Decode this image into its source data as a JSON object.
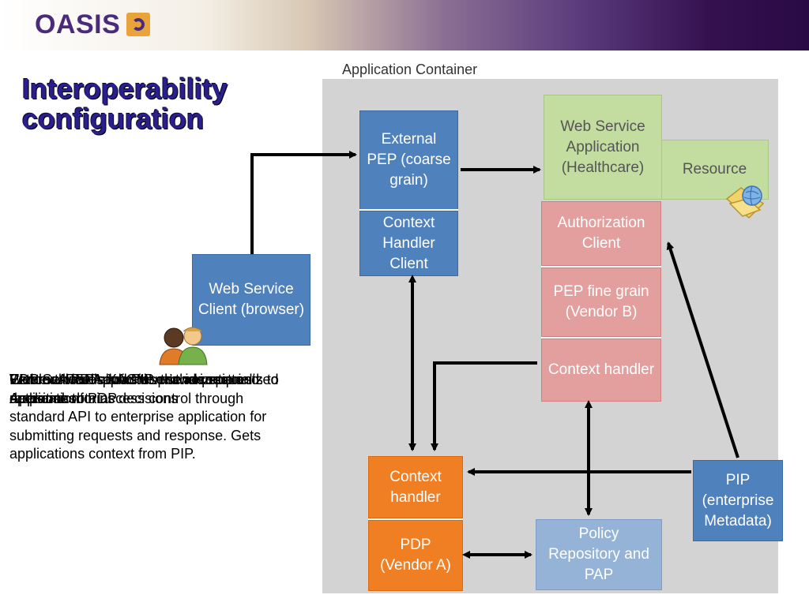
{
  "brand": {
    "logo_text": "OASIS"
  },
  "slide": {
    "title_line1": "Interoperability",
    "title_line2": "configuration"
  },
  "diagram": {
    "container_label": "Application Container",
    "external_pep": "External PEP (coarse grain)",
    "context_handler_client": "Context Handler Client",
    "web_service_application": "Web Service Application (Healthcare)",
    "resource": "Resource",
    "authorization_client": "Authorization Client",
    "pep_fine_grain": "PEP fine grain (Vendor B)",
    "context_handler_b": "Context handler",
    "web_service_client": "Web Service Client (browser)",
    "context_handler_a": "Context handler",
    "pdp_vendor_a": "PDP (Vendor A)",
    "policy_repository": "Policy Repository and PAP",
    "pip": "PIP (enterprise Metadata)"
  },
  "description": {
    "layer1": "External PEP allows user’s access to Application",
    "layer2": "Web Service Application sends requests to auth and obtains decisions",
    "layer3": "Context handler carries the request and response to PDP",
    "layer4": "PDP evaluates XACML authorization decisions",
    "layer5": "Vendor A PDP and PIP provide specialized operations for access control through standard API to enterprise application for submitting requests and response. Gets applications context from PIP."
  },
  "colors": {
    "blue_box": "#4f81bd",
    "green_box": "#c3dca0",
    "pink_box": "#e39e9e",
    "orange_box": "#f07e22",
    "light_blue_box": "#95b3d7",
    "container": "#d3d3d3",
    "title": "#2a1f8c"
  },
  "icons": {
    "users": "users-icon",
    "folder": "folder-globe-icon"
  }
}
